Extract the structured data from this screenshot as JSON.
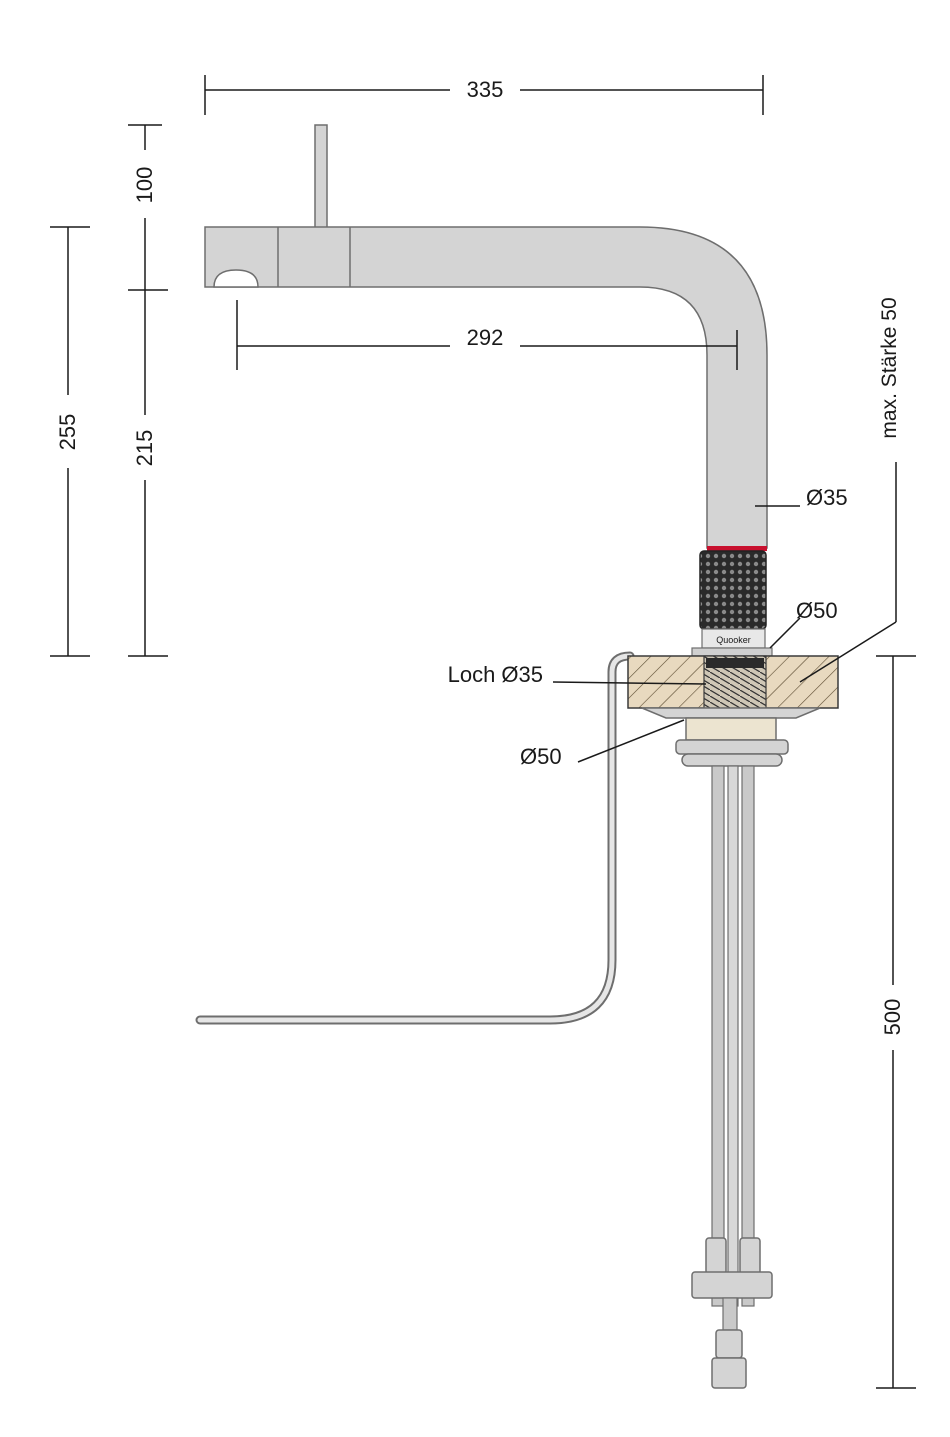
{
  "dimensions": {
    "width_top": "335",
    "spout_reach": "292",
    "lever_height": "100",
    "total_height": "255",
    "spout_height": "215",
    "shank_length": "500"
  },
  "labels": {
    "tube_diameter": "Ø35",
    "base_diameter_top": "Ø50",
    "hole_diameter": "Loch Ø35",
    "base_diameter_bottom": "Ø50",
    "max_thickness": "max. Stärke 50",
    "brand": "Quooker"
  },
  "colors": {
    "steel": "#d4d4d4",
    "steel_edge": "#6e6e6e",
    "wood": "#e8d9bf",
    "accent_ring": "#c8102e",
    "knurl": "#2a2a2a",
    "line": "#1a1a1a"
  },
  "icons": [
    "tap-drawing",
    "knurled-grip",
    "countertop-section",
    "supply-hose"
  ]
}
